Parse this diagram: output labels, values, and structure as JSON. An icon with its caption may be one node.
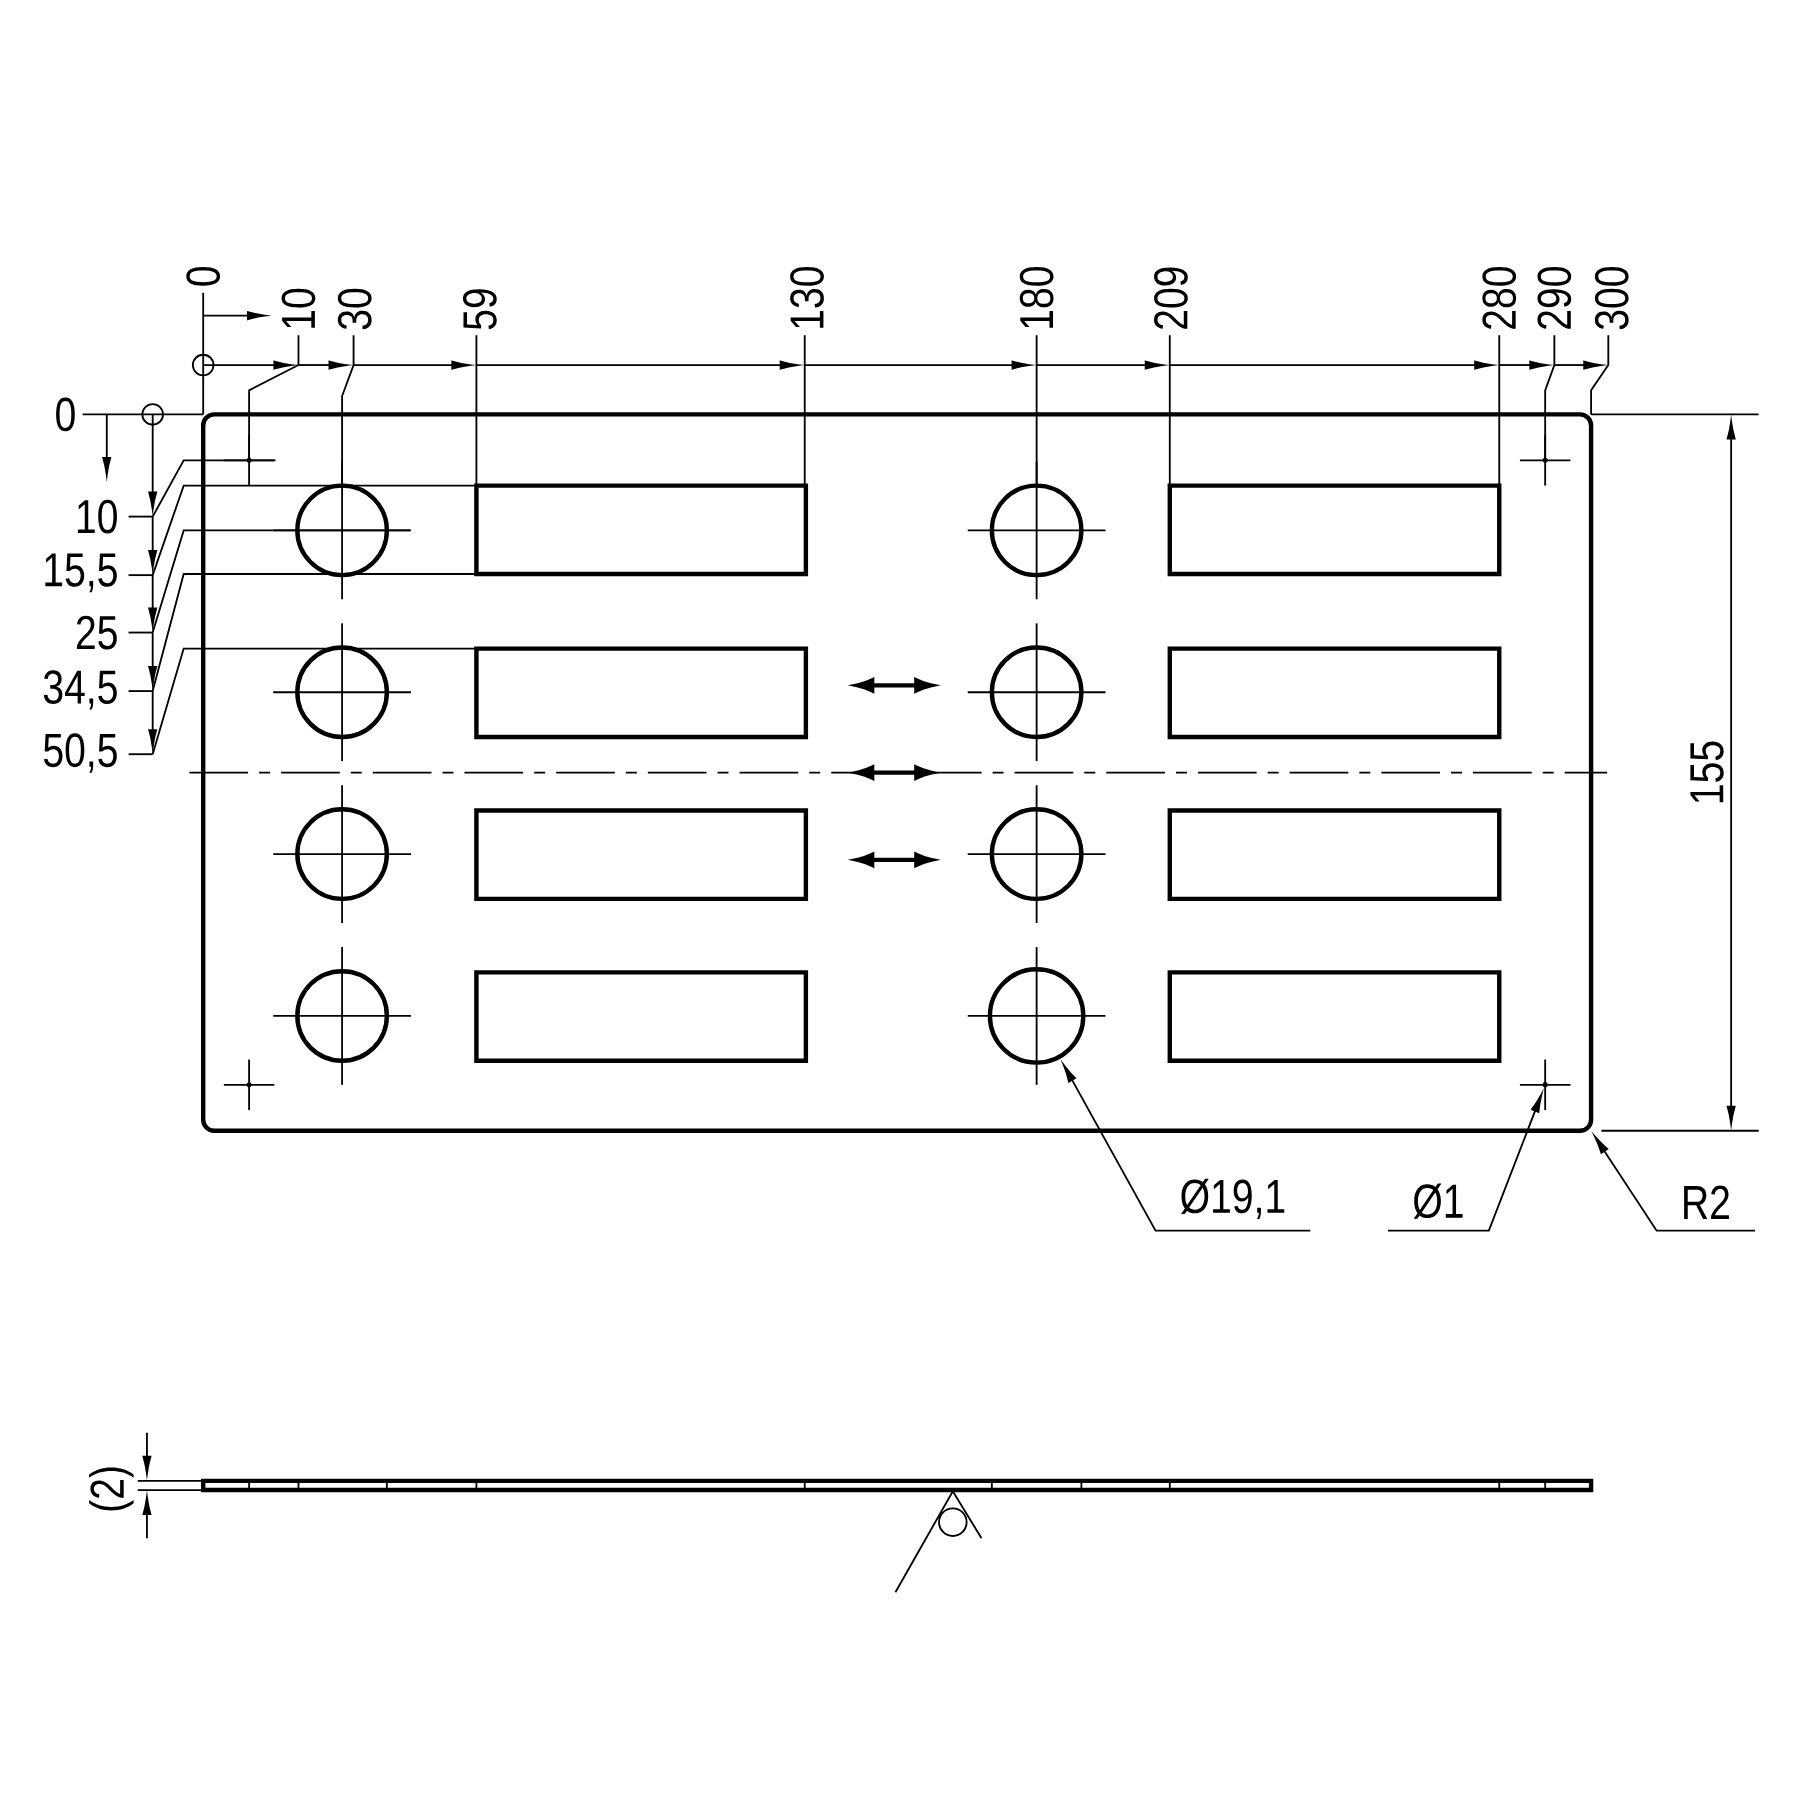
{
  "diagram": {
    "nodes": [
      {
        "text": [
          "Ø19,1"
        ]
      },
      {
        "text": [],
        "shape": "circle"
      },
      {
        "text": [
          "Ø1"
        ]
      },
      {
        "text": [],
        "shape": "circle"
      },
      {
        "text": [
          "R2"
        ]
      }
    ],
    "edges": [
      {
        "from": 0,
        "to": 1,
        "arrow": "to"
      },
      {
        "from": 2,
        "to": 3,
        "arrow": "to"
      },
      {
        "from": 4,
        "to": null,
        "arrow": "to"
      }
    ],
    "labels": [
      "0",
      "10",
      "30",
      "59",
      "130",
      "180",
      "209",
      "280",
      "290",
      "300",
      "0",
      "10",
      "15,5",
      "25",
      "34,5",
      "50,5",
      "155",
      "(2)"
    ]
  }
}
